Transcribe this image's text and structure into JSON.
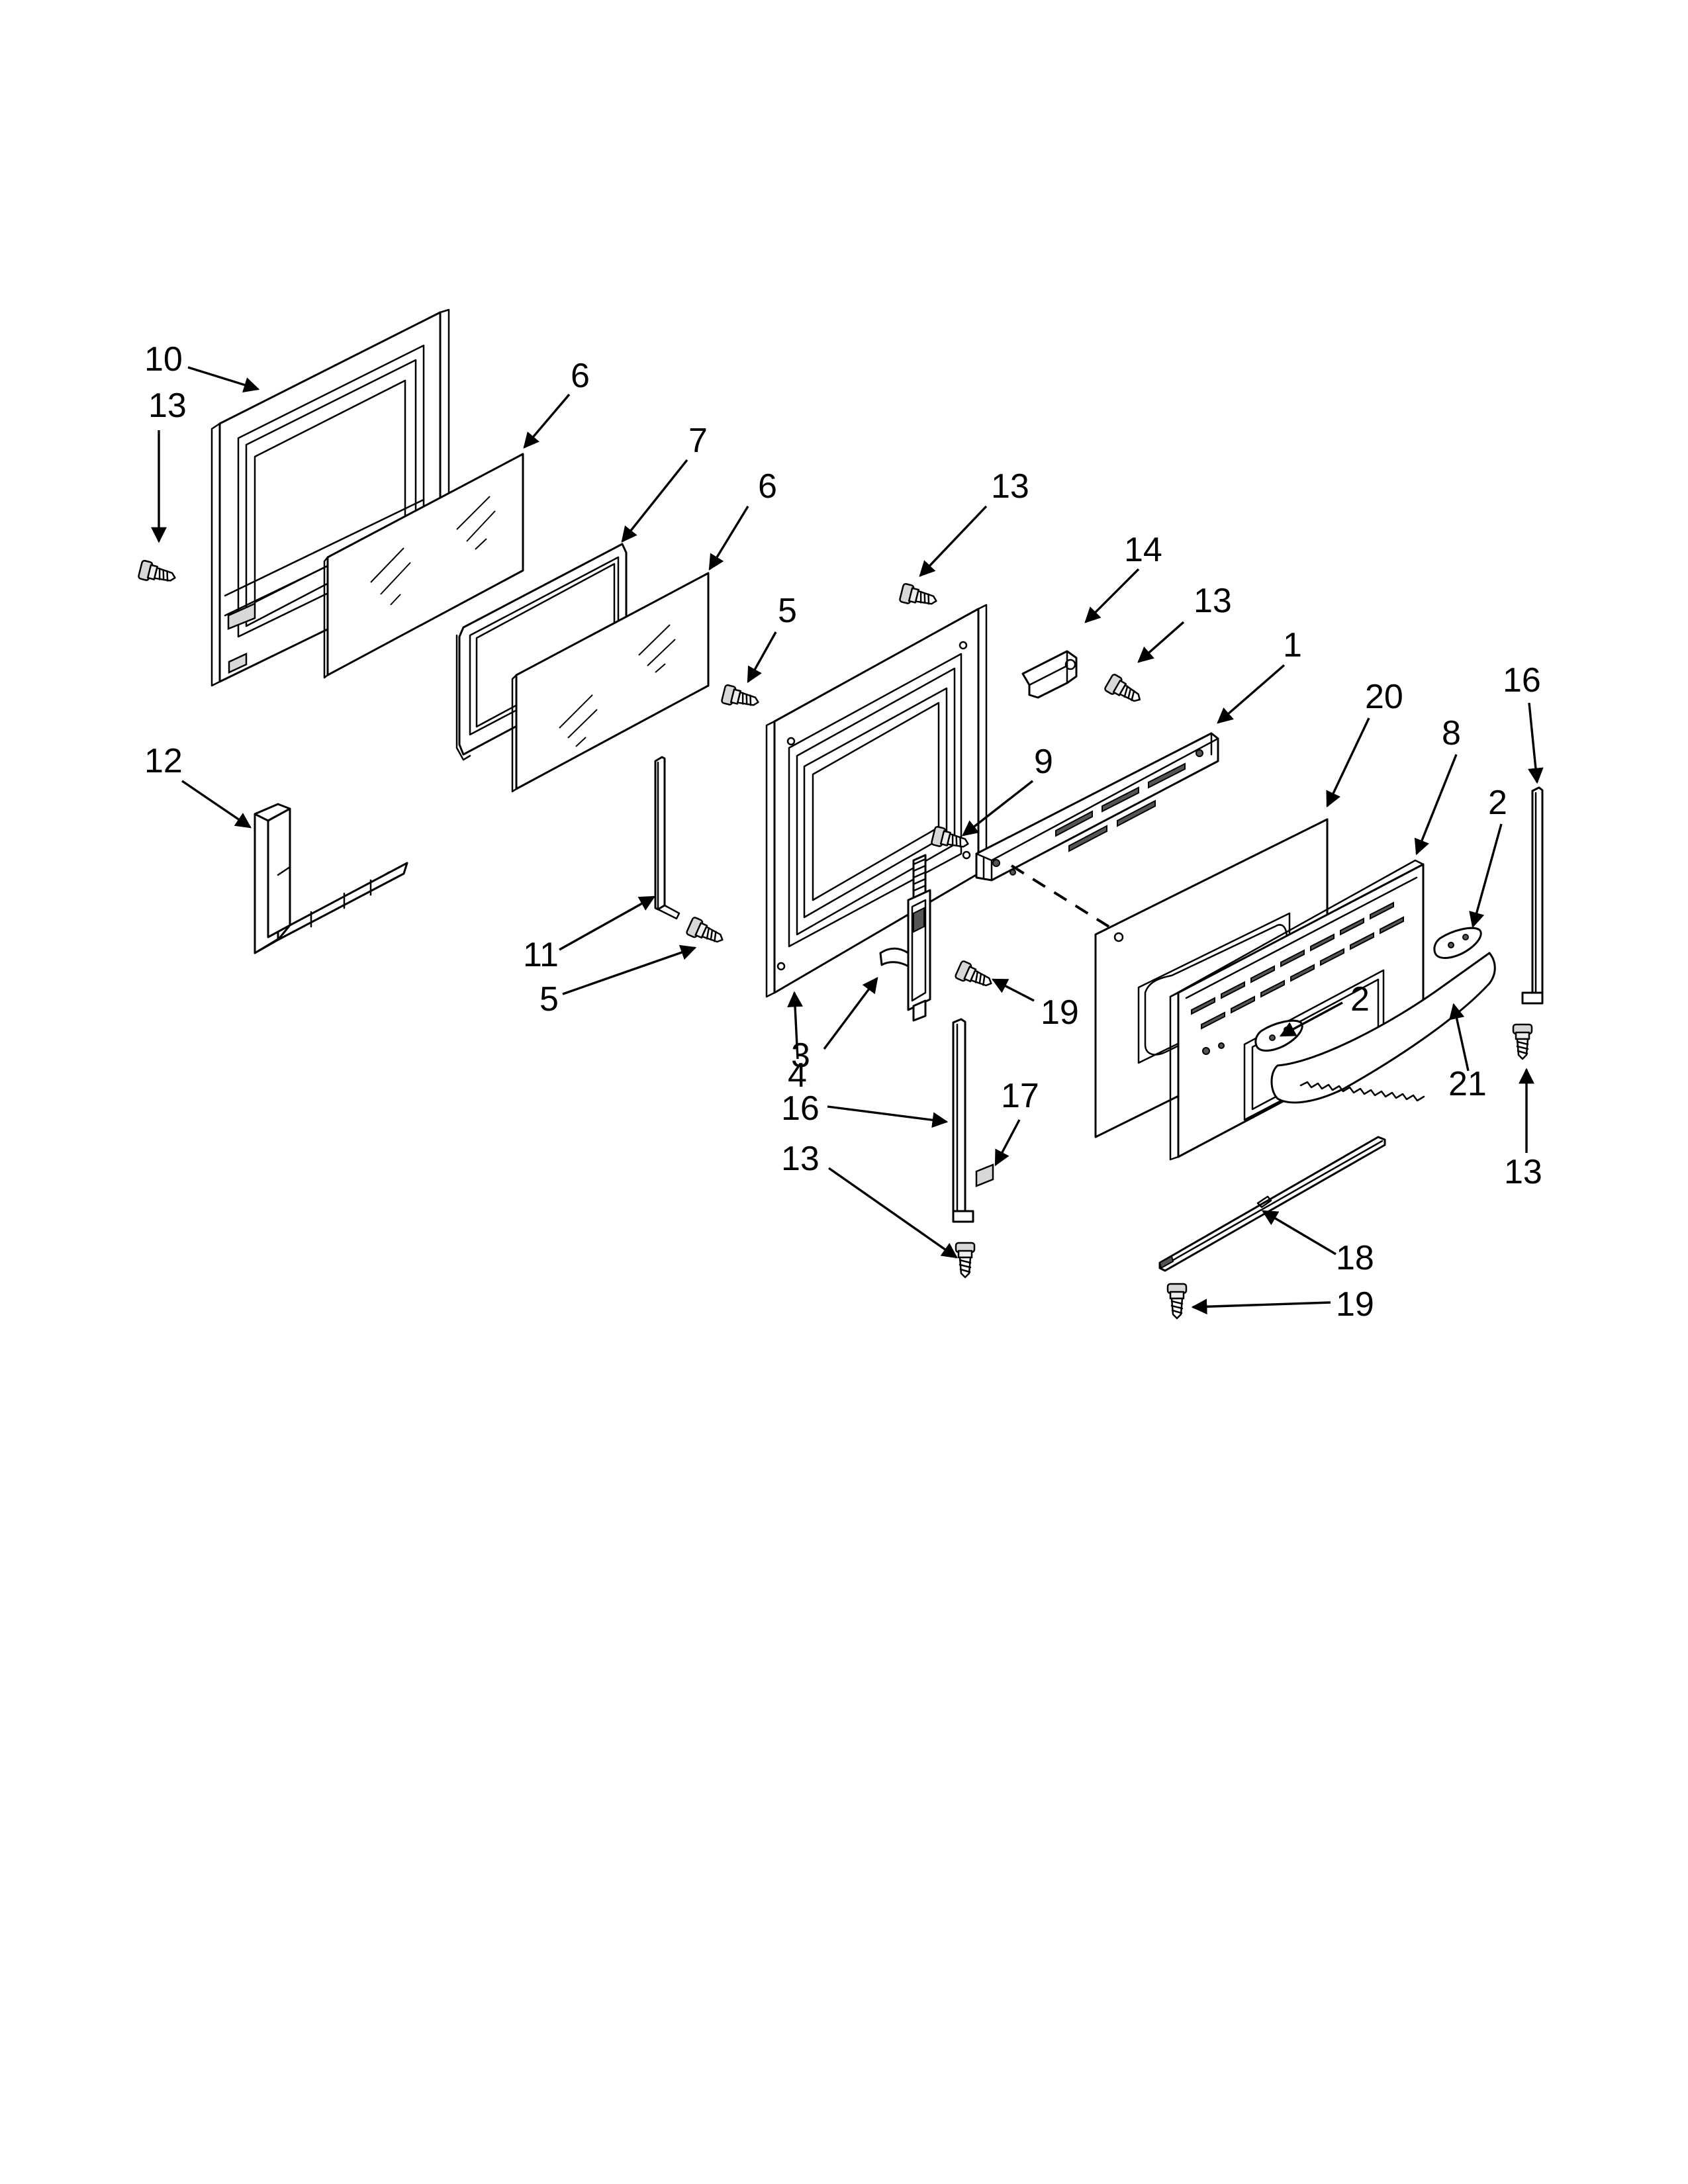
{
  "callouts": [
    {
      "id": "c10",
      "label": "10"
    },
    {
      "id": "c13a",
      "label": "13"
    },
    {
      "id": "c6a",
      "label": "6"
    },
    {
      "id": "c7",
      "label": "7"
    },
    {
      "id": "c6b",
      "label": "6"
    },
    {
      "id": "c13b",
      "label": "13"
    },
    {
      "id": "c14",
      "label": "14"
    },
    {
      "id": "c13c",
      "label": "13"
    },
    {
      "id": "c5a",
      "label": "5"
    },
    {
      "id": "c1",
      "label": "1"
    },
    {
      "id": "c20",
      "label": "20"
    },
    {
      "id": "c8",
      "label": "8"
    },
    {
      "id": "c16a",
      "label": "16"
    },
    {
      "id": "c2a",
      "label": "2"
    },
    {
      "id": "c12",
      "label": "12"
    },
    {
      "id": "c9",
      "label": "9"
    },
    {
      "id": "c2b",
      "label": "2"
    },
    {
      "id": "c11",
      "label": "11"
    },
    {
      "id": "c5b",
      "label": "5"
    },
    {
      "id": "c4",
      "label": "4"
    },
    {
      "id": "c19a",
      "label": "19"
    },
    {
      "id": "c3",
      "label": "3"
    },
    {
      "id": "c17",
      "label": "17"
    },
    {
      "id": "c21",
      "label": "21"
    },
    {
      "id": "c16b",
      "label": "16"
    },
    {
      "id": "c13d",
      "label": "13"
    },
    {
      "id": "c13e",
      "label": "13"
    },
    {
      "id": "c18",
      "label": "18"
    },
    {
      "id": "c19b",
      "label": "19"
    }
  ]
}
